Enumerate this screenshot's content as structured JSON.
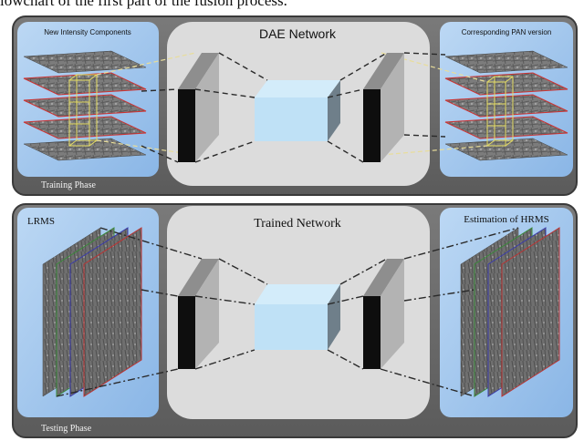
{
  "caption": "lowchart of the first part of the fusion process.",
  "training": {
    "network_title": "DAE Network",
    "left_panel_label": "New Intensity Components",
    "right_panel_label": "Corresponding PAN version",
    "phase_label": "Training Phase"
  },
  "testing": {
    "network_title": "Trained Network",
    "left_panel_label": "LRMS",
    "right_panel_label": "Estimation of HRMS",
    "phase_label": "Testing Phase"
  },
  "colors": {
    "outer_panel": "#6f6f6f",
    "outer_border": "#3a3a3a",
    "side_panel": "#a9cdf0",
    "center_panel": "#dcdcdc",
    "code_block": "#bfe1f6",
    "layer_front": "#0e0e0e",
    "layer_side": "#b3b3b3",
    "dashes": "#2a2a2a",
    "yellow_lines": "#e8dd9a"
  }
}
